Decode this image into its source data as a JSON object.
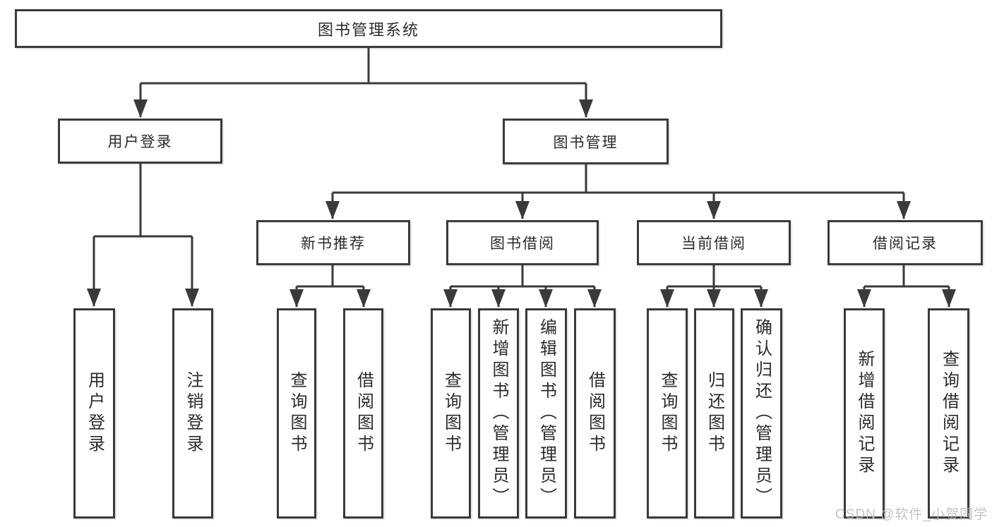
{
  "diagram": {
    "root": {
      "label": "图书管理系统"
    },
    "branches": [
      {
        "label": "用户登录",
        "children": [
          {
            "label": "用户登录"
          },
          {
            "label": "注销登录"
          }
        ]
      },
      {
        "label": "图书管理",
        "children": [
          {
            "label": "新书推荐",
            "children": [
              {
                "label": "查询图书"
              },
              {
                "label": "借阅图书"
              }
            ]
          },
          {
            "label": "图书借阅",
            "children": [
              {
                "label": "查询图书"
              },
              {
                "label": "新增图书（管理员）"
              },
              {
                "label": "编辑图书（管理员）"
              },
              {
                "label": "借阅图书"
              }
            ]
          },
          {
            "label": "当前借阅",
            "children": [
              {
                "label": "查询图书"
              },
              {
                "label": "归还图书"
              },
              {
                "label": "确认归还（管理员）"
              }
            ]
          },
          {
            "label": "借阅记录",
            "children": [
              {
                "label": "新增借阅记录"
              },
              {
                "label": "查询借阅记录"
              }
            ]
          }
        ]
      }
    ]
  },
  "watermark": {
    "text": "CSDN @软件_小贺同学"
  },
  "colors": {
    "line": "#3a3a3a",
    "text": "#2b2b2b",
    "box_background": "#ffffff",
    "watermark": "#b9b9b9"
  }
}
